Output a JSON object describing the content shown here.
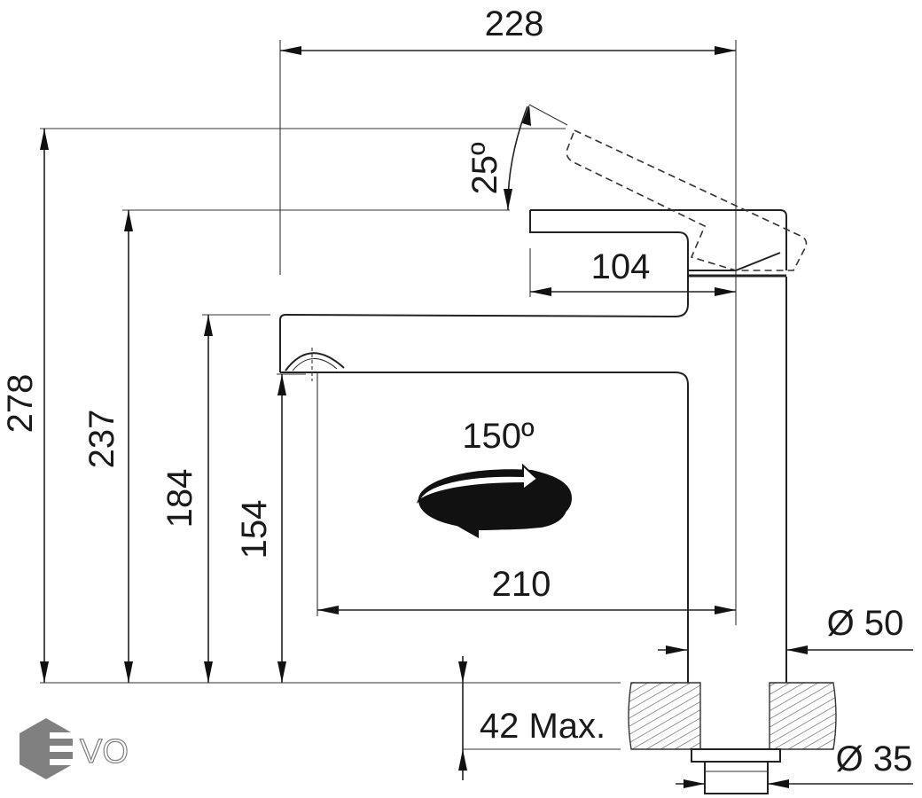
{
  "title": "Faucet dimension drawing",
  "dimensions": {
    "width_total": "228",
    "lever_angle": "25º",
    "lever_length": "104",
    "swivel_angle": "150º",
    "spout_reach": "210",
    "body_diameter": "Ø 50",
    "mount_thickness": "42 Max.",
    "shank_diameter": "Ø 35",
    "height_total": "278",
    "height_lever": "237",
    "height_spout_top": "184",
    "height_outlet": "154"
  },
  "logo": {
    "text": "EVO"
  },
  "colors": {
    "line": "#222222",
    "logo": "#808080"
  }
}
